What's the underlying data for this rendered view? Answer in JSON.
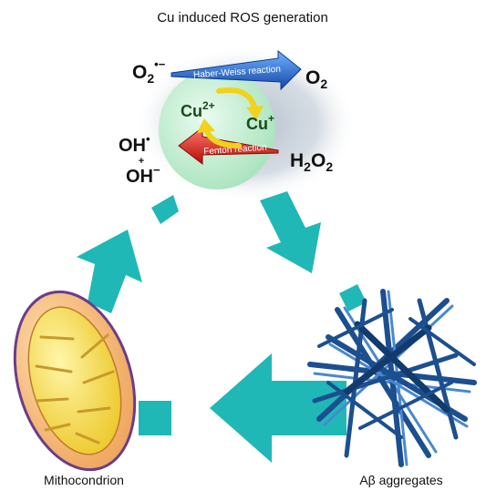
{
  "title": "Cu induced ROS generation",
  "ros": {
    "superoxide": {
      "base": "O",
      "sub": "2",
      "sup": "•−"
    },
    "oxygen": {
      "base": "O",
      "sub": "2"
    },
    "copper_2": {
      "base": "Cu",
      "sup": "2+"
    },
    "copper_1": {
      "base": "Cu",
      "sup": "+"
    },
    "hydroxyl_radical": {
      "base": "OH",
      "sup": "•"
    },
    "plus": "+",
    "hydroxide": {
      "base": "OH",
      "sup": "−"
    },
    "hydrogen_peroxide": {
      "base": "H",
      "sub1": "2",
      "mid": "O",
      "sub2": "2"
    },
    "haber_weiss_label": "Haber-Weiss reaction",
    "fenton_label": "Fenton reaction"
  },
  "labels": {
    "mitochondrion": "Mithocondrion",
    "abeta": "Aβ aggregates"
  },
  "colors": {
    "cycle_arrow": "#1fb8b6",
    "haber_weiss_arrow": "#1e5fc4",
    "fenton_arrow": "#e0140f",
    "copper_arrows": "#f2d21a",
    "bubble": "#c9efd4",
    "mito_outer": "#f7b96b",
    "mito_inner": "#f2d63a",
    "mito_border": "#6a3d8a",
    "fibril": "#1c4f8f"
  }
}
